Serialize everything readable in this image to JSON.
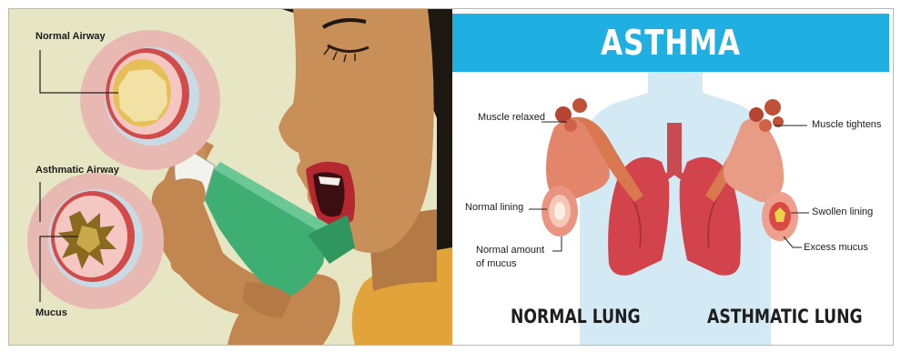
{
  "left_panel": {
    "labels": {
      "normal_airway": "Normal Airway",
      "asthmatic_airway": "Asthmatic Airway",
      "mucus": "Mucus"
    }
  },
  "right_panel": {
    "title": "ASTHMA",
    "labels": {
      "muscle_relaxed": "Muscle relaxed",
      "normal_lining": "Normal lining",
      "normal_amount_line1": "Normal amount",
      "normal_amount_line2": "of mucus",
      "muscle_tightens": "Muscle tightens",
      "swollen_lining": "Swollen lining",
      "excess_mucus": "Excess mucus",
      "normal_lung": "NORMAL LUNG",
      "asthmatic_lung": "ASTHMATIC LUNG"
    }
  },
  "colors": {
    "title_band": "#20afe2",
    "left_background": "#e7e6c4",
    "skin": "#c98f58",
    "inhaler": "#3fae72",
    "lung": "#d2434c",
    "body_silhouette": "#d3e9f4"
  }
}
